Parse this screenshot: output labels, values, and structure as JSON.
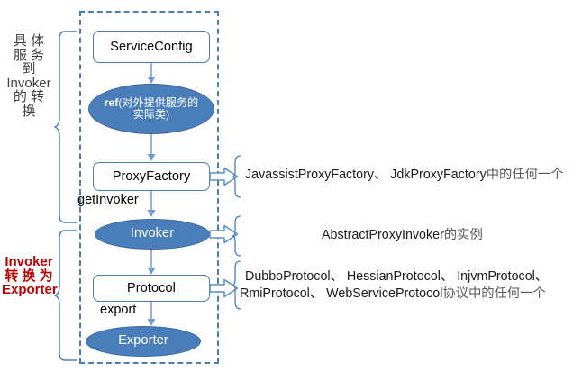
{
  "diagram": {
    "title": "Dubbo service export flow",
    "colors": {
      "accent_blue": "#4A7EBB",
      "ellipse_fill": "#4A7EBB",
      "red_label": "#C00000",
      "gray_label": "#404040",
      "cn_gray": "#595959"
    },
    "flow_nodes": [
      {
        "id": "serviceconfig",
        "shape": "rounded-rect",
        "label": "ServiceConfig"
      },
      {
        "id": "ref",
        "shape": "ellipse",
        "label_bold": "ref",
        "label_rest": "(对外提供服务的实际类)"
      },
      {
        "id": "proxyfactory",
        "shape": "rounded-rect",
        "label": "ProxyFactory"
      },
      {
        "id": "invoker",
        "shape": "ellipse",
        "label": "Invoker"
      },
      {
        "id": "protocol",
        "shape": "rounded-rect",
        "label": "Protocol"
      },
      {
        "id": "exporter",
        "shape": "ellipse",
        "label": "Exporter"
      }
    ],
    "edge_labels": {
      "get_invoker": "getInvoker",
      "export": "export"
    },
    "left_labels": [
      {
        "id": "phase-1",
        "text": "具 体 服 务 到 Invoker 的 转 换",
        "color": "#404040"
      },
      {
        "id": "phase-2",
        "text": "Invoker 转 换 为 Exporter",
        "color": "#C00000"
      }
    ],
    "right_annotations": [
      {
        "id": "proxyfactory-note",
        "lines": [
          [
            {
              "t": "JavassistProxyFactory、 JdkProxyFactory",
              "cn": false
            },
            {
              "t": "中的任何一个",
              "cn": true
            }
          ]
        ]
      },
      {
        "id": "invoker-note",
        "lines": [
          [
            {
              "t": "AbstractProxyInvoker",
              "cn": false
            },
            {
              "t": "的实例",
              "cn": true
            }
          ]
        ]
      },
      {
        "id": "protocol-note",
        "lines": [
          [
            {
              "t": "DubboProtocol、 HessianProtocol、 InjvmProtocol、",
              "cn": false
            }
          ],
          [
            {
              "t": "RmiProtocol、 WebServiceProtocol",
              "cn": false
            },
            {
              "t": "协议中的任何一个",
              "cn": true
            }
          ]
        ]
      }
    ],
    "icons": {
      "block_arrow": "block-arrow-right-icon",
      "arrow_down": "arrow-down-icon",
      "left_brace": "left-curly-brace-icon",
      "right_brace": "right-curly-brace-icon"
    }
  }
}
